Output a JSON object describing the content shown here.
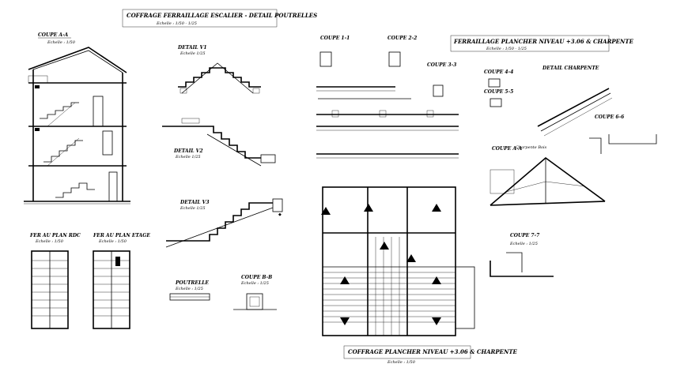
{
  "titles": {
    "main_stairs": "COFFRAGE FERRAILLAGE ESCALIER - DETAIL POUTRELLES",
    "main_stairs_scale": "Echelle : 1/50 - 1/25",
    "reinforcement": "FERRAILLAGE PLANCHER NIVEAU +3.06 & CHARPENTE",
    "reinforcement_scale": "Echelle : 1/50 - 1/25",
    "formwork_floor": "COFFRAGE PLANCHER NIVEAU +3.06 & CHARPENTE",
    "formwork_floor_scale": "Echelle : 1/50"
  },
  "labels": {
    "section_aa": "COUPE A-A",
    "section_aa_scale": "Echelle : 1/50",
    "stair_plan_rdc": "FER AU PLAN RDC",
    "stair_plan_rdc_scale": "Echelle : 1/50",
    "stair_plan_etage": "FER AU PLAN ETAGE",
    "stair_plan_etage_scale": "Echelle : 1/50",
    "detail_v1": "DETAIL V1",
    "detail_v2": "DETAIL V2",
    "detail_v3": "DETAIL V3",
    "detail_v1_scale": "Echelle 1/25",
    "detail_v2_scale": "Echelle 1/25",
    "detail_v3_scale": "Echelle 1/25",
    "poutrelle": "POUTRELLE",
    "poutrelle_scale": "Echelle : 1/25",
    "coupe_bb": "COUPE B-B",
    "coupe_bb_scale": "Echelle : 1/25",
    "coupe_11": "COUPE 1-1",
    "coupe_22": "COUPE 2-2",
    "coupe_33": "COUPE 3-3",
    "coupe_44": "COUPE 4-4",
    "coupe_55": "COUPE 5-5",
    "coupe_66": "COUPE 6-6",
    "detail_charpente": "DETAIL CHARPENTE",
    "coupe_aa2": "COUPE A-A",
    "charpente_bois": "Charpente Bois",
    "detail_scale": "Echelle : 1/25"
  }
}
